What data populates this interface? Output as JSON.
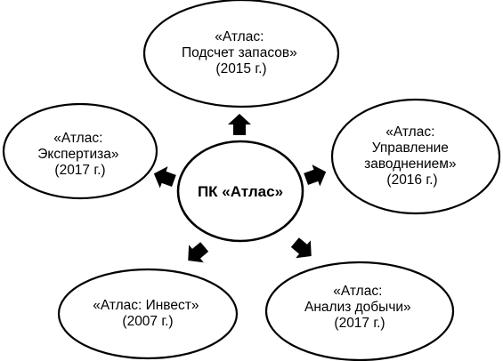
{
  "center": {
    "label": "ПК «Атлас»"
  },
  "nodes": [
    {
      "id": "reserves",
      "lines": [
        "«Атлас:",
        "Подсчет запасов»",
        "(2015 г.)"
      ]
    },
    {
      "id": "waterflood",
      "lines": [
        "«Атлас:",
        "Управление",
        "заводнением»",
        "(2016 г.)"
      ]
    },
    {
      "id": "production",
      "lines": [
        "«Атлас:",
        "Анализ добычи»",
        "(2017 г.)"
      ]
    },
    {
      "id": "invest",
      "lines": [
        "«Атлас: Инвест»",
        "(2007 г.)"
      ]
    },
    {
      "id": "expertise",
      "lines": [
        "«Атлас:",
        "Экспертиза»",
        "(2017 г.)"
      ]
    }
  ]
}
